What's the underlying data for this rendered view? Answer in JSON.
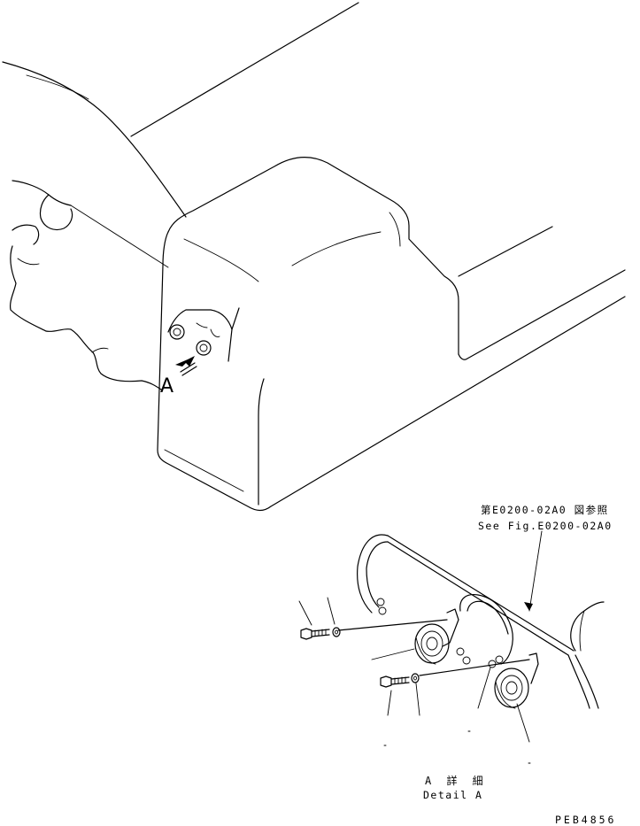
{
  "labels": {
    "view_marker": "A",
    "reference_jp": "第E0200-02A0 図参照",
    "reference_en": "See Fig.E0200-02A0",
    "detail_jp": "A 詳 細",
    "detail_en": "Detail A",
    "drawing_number": "PEB4856"
  },
  "colors": {
    "line": "#000000",
    "background": "#ffffff"
  }
}
